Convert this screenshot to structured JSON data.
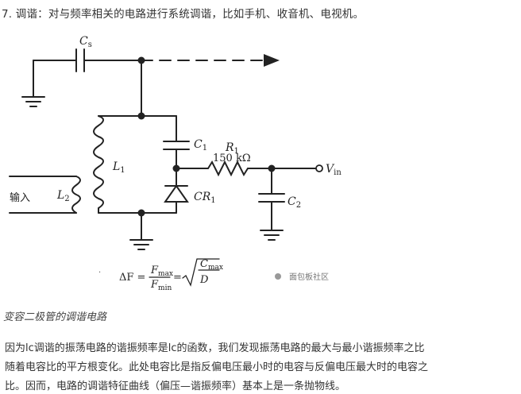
{
  "heading": "7. 调谐：对与频率相关的电路进行系统调谐，比如手机、收音机、电视机。",
  "figure": {
    "labels": {
      "cs_main": "C",
      "cs_sub": "s",
      "c1_main": "C",
      "c1_sub": "1",
      "r1_main": "R",
      "r1_sub": "1",
      "r1_value": "150 kΩ",
      "vin_main": "V",
      "vin_sub": "in",
      "l1_main": "L",
      "l1_sub": "1",
      "input": "输入",
      "l2_main": "L",
      "l2_sub": "2",
      "cr1_main": "CR",
      "cr1_sub": "1",
      "c2_main": "C",
      "c2_sub": "2"
    },
    "formula": {
      "lhs": "ΔF =",
      "num_main": "F",
      "num_sub": "max",
      "den_main": "F",
      "den_sub": "min",
      "eq": "=",
      "root_num_main": "C",
      "root_num_sub": "max",
      "root_den_main": "D"
    },
    "watermark": "面包板社区"
  },
  "caption": "变容二极管的调谐电路",
  "paragraph": {
    "line1": "因为lc调谐的振荡电路的谐振频率是lc的函数，我们发现振荡电路的最大与最小谐振频率之比",
    "line2": "随着电容比的平方根变化。此处电容比是指反偏电压最小时的电容与反偏电压最大时的电容之",
    "line3": "比。因而，电路的调谐特征曲线（偏压—谐振频率）基本上是一条抛物线。"
  }
}
